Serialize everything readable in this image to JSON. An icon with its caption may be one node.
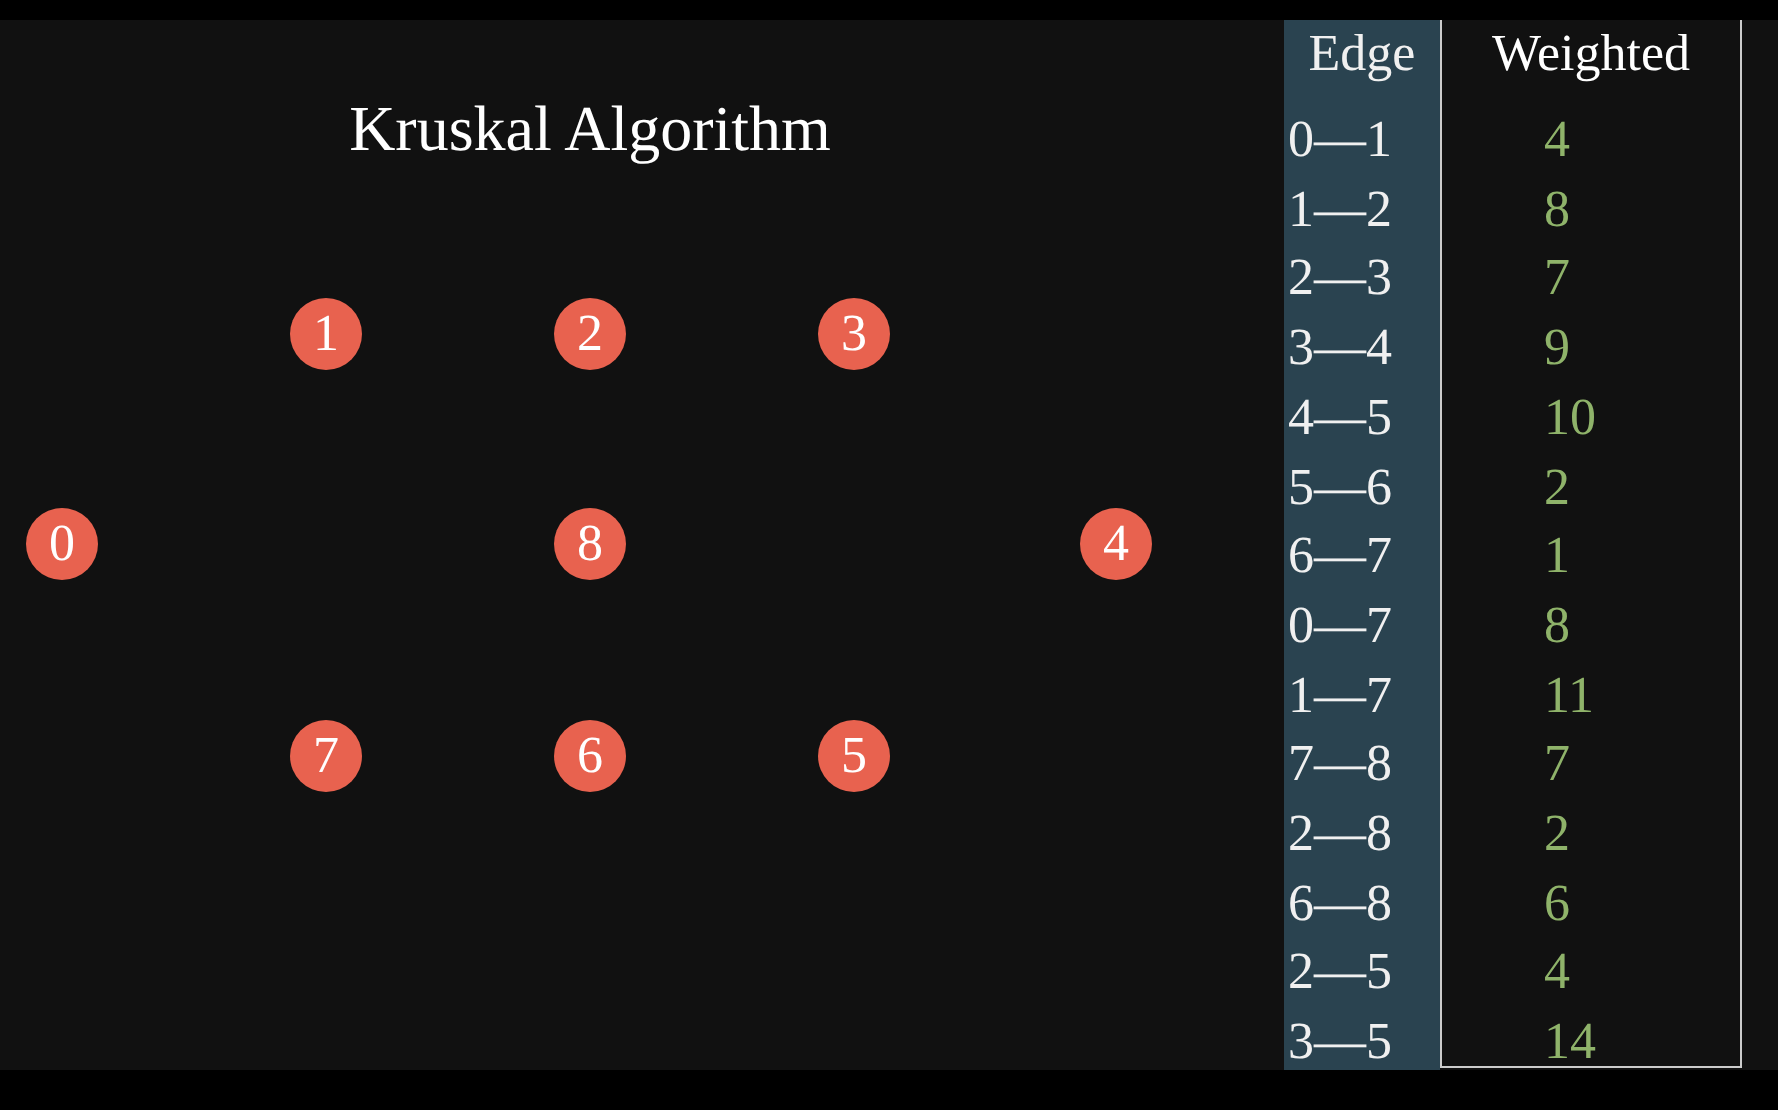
{
  "diagram": {
    "title": "Kruskal Algorithm",
    "nodes": [
      {
        "text": [
          "0"
        ]
      },
      {
        "text": [
          "1"
        ]
      },
      {
        "text": [
          "2"
        ]
      },
      {
        "text": [
          "3"
        ]
      },
      {
        "text": [
          "4"
        ]
      },
      {
        "text": [
          "5"
        ]
      },
      {
        "text": [
          "6"
        ]
      },
      {
        "text": [
          "7"
        ]
      },
      {
        "text": [
          "8"
        ]
      }
    ],
    "labels": [
      "Edge",
      "Weighted",
      "0—1",
      "4",
      "1—2",
      "8",
      "2—3",
      "7",
      "3—4",
      "9",
      "4—5",
      "10",
      "5—6",
      "2",
      "6—7",
      "1",
      "0—7",
      "8",
      "1—7",
      "11",
      "7—8",
      "7",
      "2—8",
      "2",
      "6—8",
      "6",
      "2—5",
      "4",
      "3—5",
      "14"
    ]
  }
}
